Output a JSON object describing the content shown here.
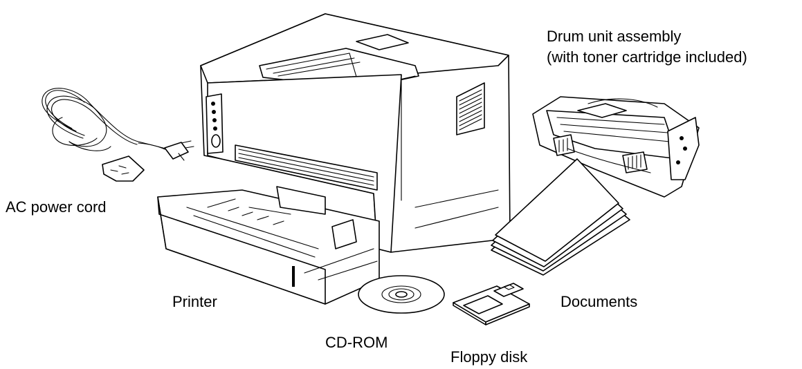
{
  "labels": {
    "drum_line1": "Drum unit assembly",
    "drum_line2": "(with toner cartridge included)",
    "power_cord": "AC power cord",
    "printer": "Printer",
    "documents": "Documents",
    "cdrom": "CD-ROM",
    "floppy": "Floppy disk"
  },
  "icons": [
    "power-cord-icon",
    "printer-icon",
    "drum-unit-icon",
    "documents-icon",
    "cd-rom-icon",
    "floppy-disk-icon"
  ],
  "colors": {
    "line": "#000000",
    "background": "#ffffff"
  }
}
